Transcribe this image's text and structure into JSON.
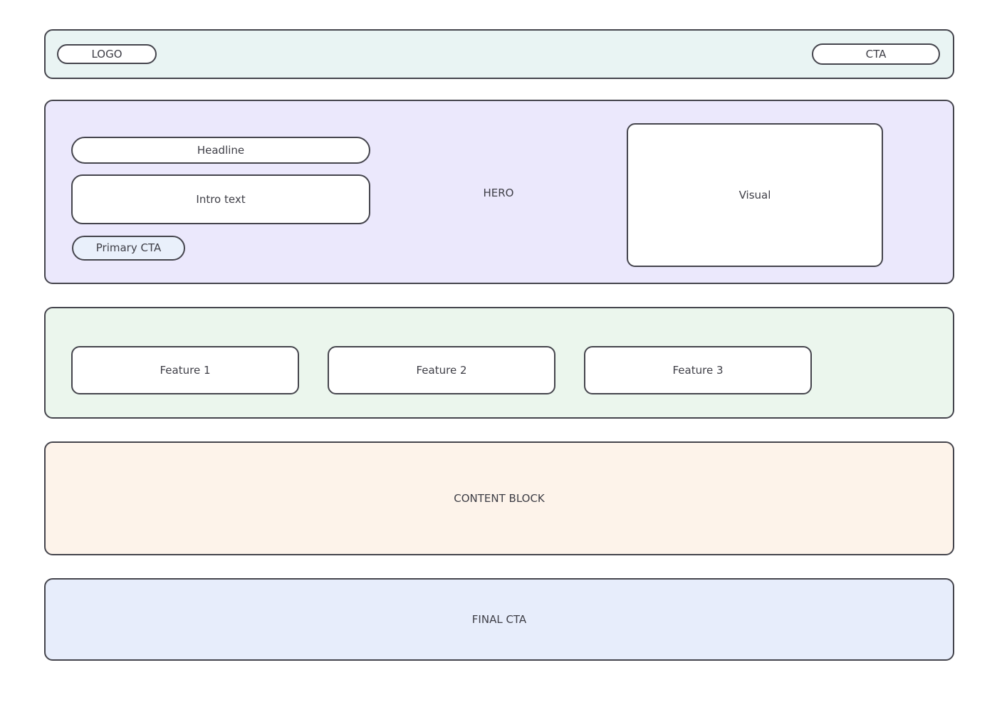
{
  "page": {
    "background_color": "#ffffff",
    "text_color": "#3e3e46",
    "stroke_color": "#44444c"
  },
  "header": {
    "background_color": "#e9f4f3",
    "logo_label": "LOGO",
    "cta_label": "CTA"
  },
  "hero": {
    "background_color": "#ebe8fc",
    "section_label": "HERO",
    "headline_label": "Headline",
    "intro_label": "Intro text",
    "primary_cta_label": "Primary CTA",
    "primary_cta_color": "#e9f0fb",
    "visual_label": "Visual"
  },
  "features": {
    "background_color": "#ebf6ed",
    "cards": [
      {
        "label": "Feature 1"
      },
      {
        "label": "Feature 2"
      },
      {
        "label": "Feature 3"
      }
    ]
  },
  "content": {
    "background_color": "#fdf3ea",
    "label": "CONTENT BLOCK"
  },
  "final_cta": {
    "background_color": "#e7edfb",
    "label": "FINAL CTA"
  }
}
